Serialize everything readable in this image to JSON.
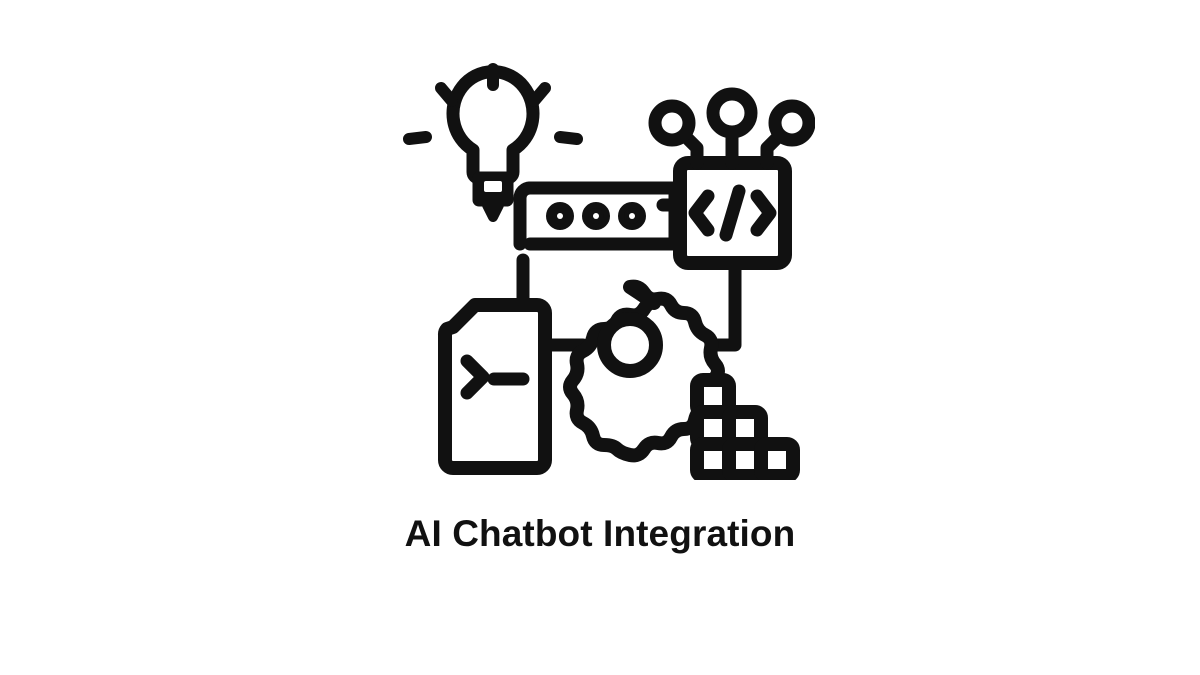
{
  "page": {
    "background_color": "#ffffff",
    "ink_color": "#111111"
  },
  "illustration": {
    "name": "ai-chatbot-integration-illustration",
    "style": "line-icon",
    "stroke_color": "#111111",
    "fill_color": "#ffffff",
    "components": [
      {
        "name": "lightbulb-icon",
        "label": "Idea lightbulb with rays"
      },
      {
        "name": "browser-window-icon",
        "label": "Browser window with three dots"
      },
      {
        "name": "code-block-icon",
        "label": "Code block with </> symbol and network nodes"
      },
      {
        "name": "network-nodes-icon",
        "label": "Three connected circular nodes"
      },
      {
        "name": "gear-icon",
        "label": "Settings gear"
      },
      {
        "name": "terminal-icon",
        "label": "Terminal document with prompt"
      },
      {
        "name": "blocks-stairs-icon",
        "label": "Stacked blocks staircase"
      }
    ]
  },
  "caption": {
    "text": "AI Chatbot Integration"
  }
}
